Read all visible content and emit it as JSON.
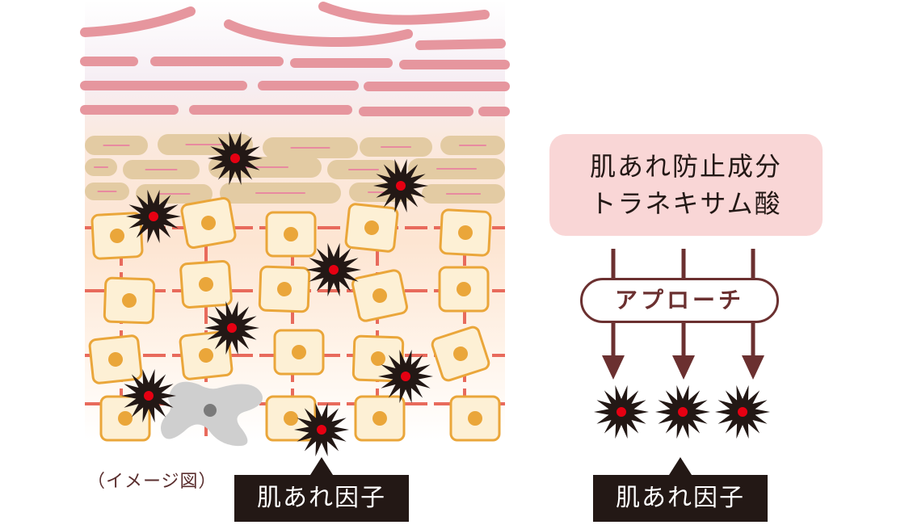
{
  "diagram": {
    "caption": "（イメージ図）",
    "left_factor_label": "肌あれ因子",
    "ingredient": {
      "line1": "肌あれ防止成分",
      "line2": "トラネキサム酸"
    },
    "approach_label": "アプローチ",
    "right_factor_label": "肌あれ因子",
    "colors": {
      "collagen": "#e6969e",
      "granular_cell": "#e3cba3",
      "basal_cell_fill": "#fdf0d5",
      "basal_cell_border": "#eaa63a",
      "nucleus": "#eaa63a",
      "junction": "#e86a5c",
      "melanocyte": "#cfcfcf",
      "factor": "#231815",
      "factor_core": "#e60012",
      "arrow": "#6b3030",
      "ingredient_bg": "#f9d6d6"
    },
    "icons": [
      "skin-factor-icon",
      "melanocyte-icon",
      "down-arrow-icon"
    ]
  }
}
